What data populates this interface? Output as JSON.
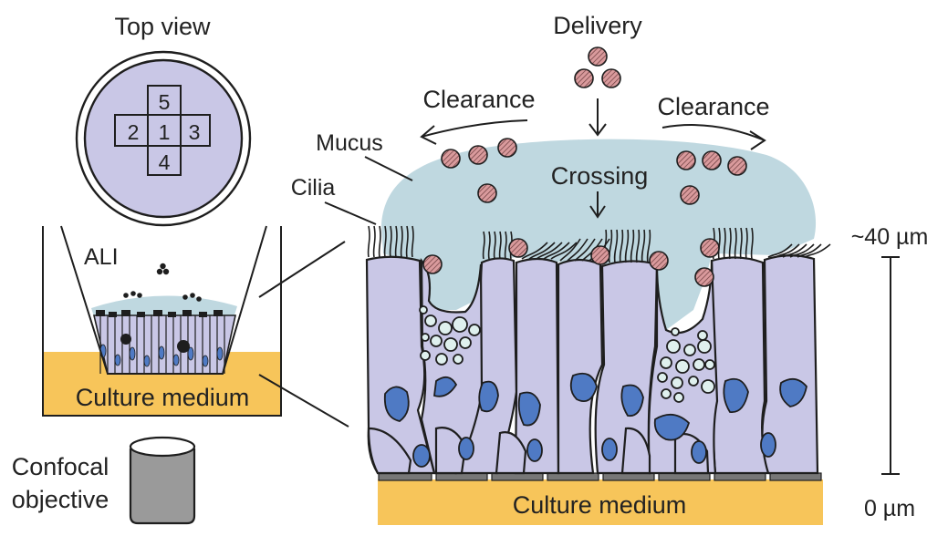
{
  "labels": {
    "top_view": "Top view",
    "delivery": "Delivery",
    "clearance_left": "Clearance",
    "clearance_right": "Clearance",
    "mucus": "Mucus",
    "crossing": "Crossing",
    "cilia": "Cilia",
    "ali": "ALI",
    "culture_medium_left": "Culture medium",
    "culture_medium_bottom": "Culture medium",
    "confocal_line1": "Confocal",
    "confocal_line2": "objective",
    "scale_top": "~40 µm",
    "scale_bottom": "0 µm"
  },
  "top_view_positions": [
    "5",
    "2",
    "1",
    "3",
    "4"
  ],
  "colors": {
    "mucus": "#bfd8e0",
    "cell": "#c9c7e6",
    "nucleus": "#4f7ac4",
    "medium": "#f7c55a",
    "particle": "#d99a9c",
    "objective": "#9a9a9a"
  }
}
